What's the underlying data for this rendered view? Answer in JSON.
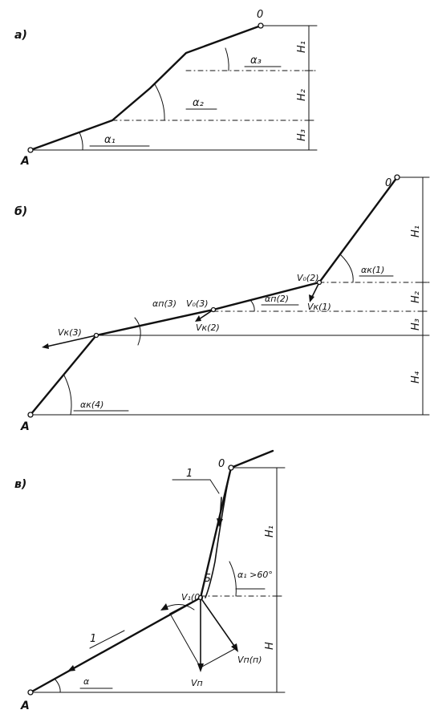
{
  "panel_a": {
    "letter": "a)",
    "point_top": "0",
    "point_bottom": "A",
    "angles": [
      "α₃",
      "α₂",
      "α₁"
    ],
    "heights": [
      "H₁",
      "H₂",
      "H₃"
    ]
  },
  "panel_b": {
    "letter": "б)",
    "point_top": "0",
    "point_bottom": "A",
    "angles": [
      "αк(1)",
      "αп(2)",
      "αп(3)",
      "αк(4)"
    ],
    "velocities": [
      "V₀(2)",
      "Vк(1)",
      "V₀(3)",
      "Vк(2)",
      "Vк(3)"
    ],
    "heights": [
      "H₁",
      "H₂",
      "H₃",
      "H₄"
    ]
  },
  "panel_c": {
    "letter": "в)",
    "point_top": "0",
    "point_bottom": "A",
    "point_mid": "Б",
    "marker_upper": "1",
    "marker_lower": "1",
    "angle_upper": "α₁ >60°",
    "angle_lower": "α",
    "velocities": [
      "V₁(0)",
      "Vп(п)",
      "Vп"
    ],
    "heights": [
      "H₁",
      "H"
    ]
  }
}
